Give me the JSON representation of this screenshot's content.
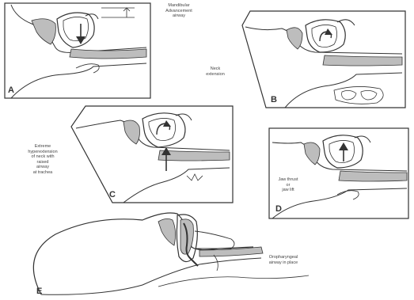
{
  "figure": {
    "panels": [
      {
        "id": "A",
        "letter": "A",
        "caption_lines": [
          "Mandibular",
          "Advancement",
          "airway"
        ]
      },
      {
        "id": "B",
        "letter": "B",
        "caption_lines": [
          "Neck",
          "extension"
        ]
      },
      {
        "id": "C",
        "letter": "C",
        "caption_lines": [
          "Extreme",
          "hyperextension",
          "of neck with",
          "raised",
          "airway",
          "at trachea"
        ]
      },
      {
        "id": "D",
        "letter": "D",
        "caption_lines": [
          "Jaw thrust",
          "or",
          "jaw lift"
        ]
      },
      {
        "id": "E",
        "letter": "E",
        "caption_lines": [
          "Oropharyngeal",
          "airway in place"
        ]
      }
    ],
    "colors": {
      "line": "#333333",
      "shade": "#bdbdbd",
      "background": "#ffffff"
    }
  }
}
